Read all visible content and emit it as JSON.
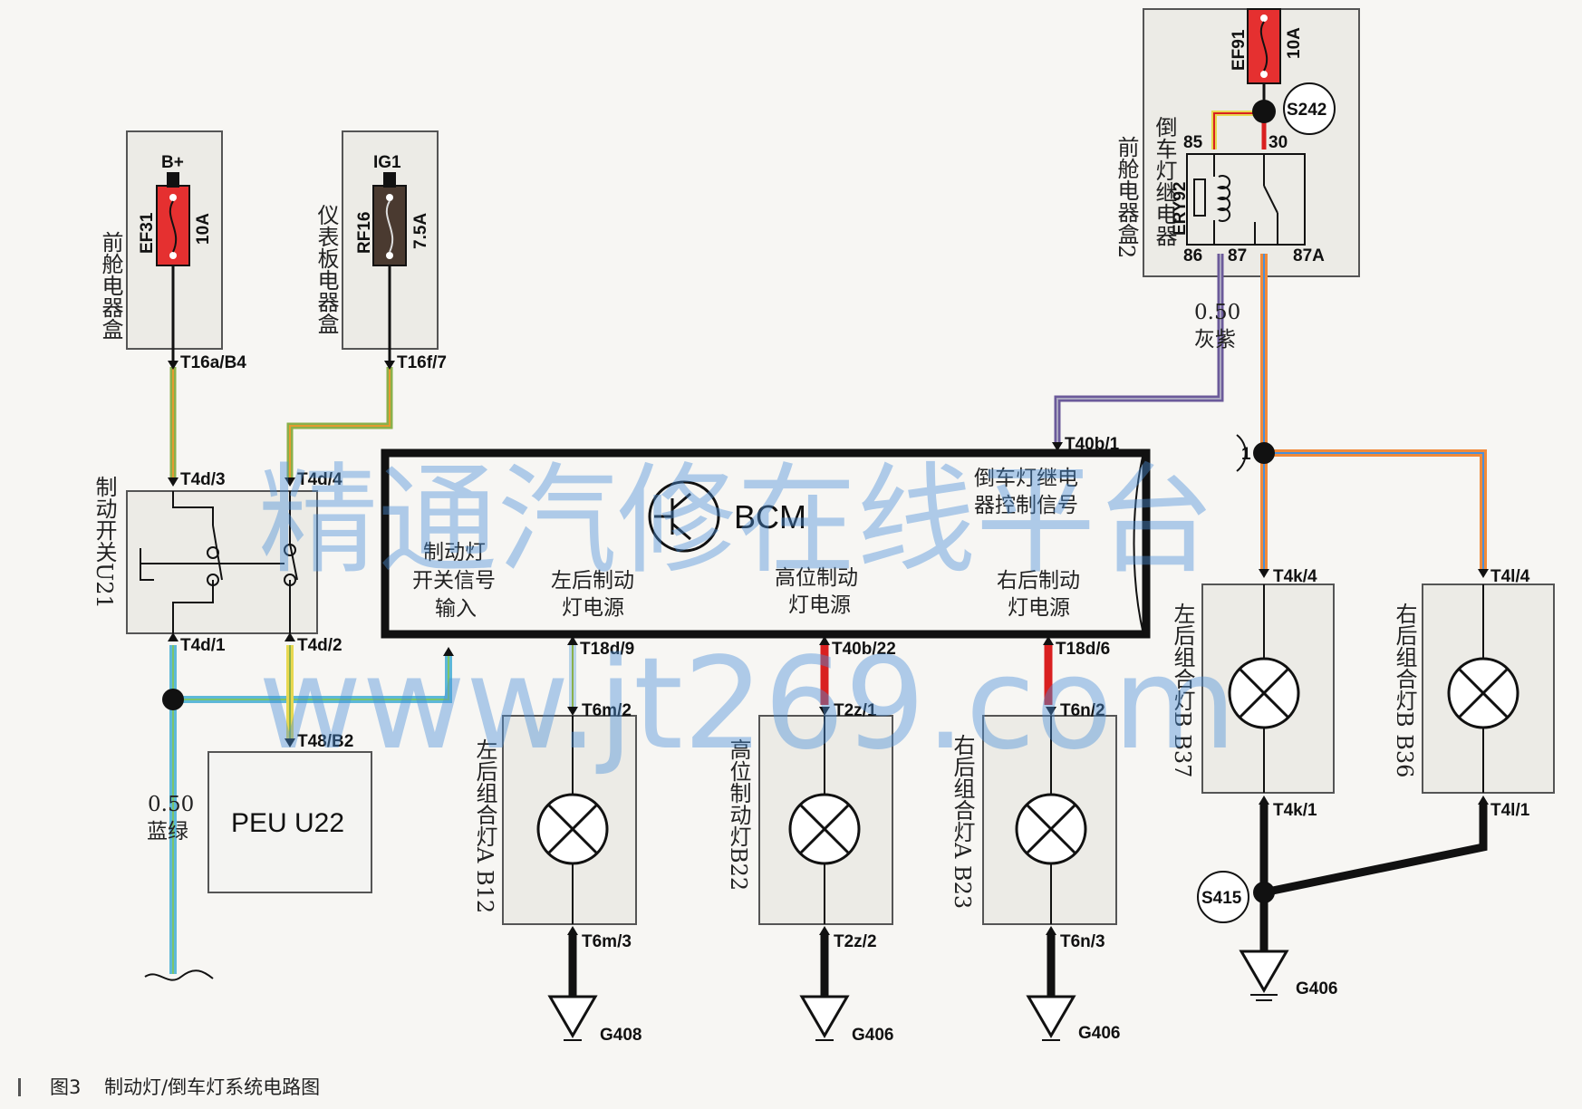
{
  "caption": {
    "number": "图3",
    "title": "制动灯/倒车灯系统电路图"
  },
  "watermark": {
    "line1": "精通汽修在线平台",
    "line2": "www.jt269.com"
  },
  "fuses": {
    "ef31": {
      "name": "EF31",
      "rating": "10A",
      "supply": "B+",
      "color": "#e53030"
    },
    "rf16": {
      "name": "RF16",
      "rating": "7.5A",
      "supply": "IG1",
      "color": "#4a3a30"
    },
    "ef91": {
      "name": "EF91",
      "rating": "10A",
      "color": "#e53030"
    }
  },
  "boxes": {
    "front_box": "前舱电器盒",
    "dash_box": "仪表板电器盒",
    "front_box2": "前舱电器盒2",
    "brake_switch": "制动开关U21",
    "peu": "PEU U22",
    "bcm": "BCM",
    "reverse_relay": "倒车灯继电器",
    "relay_id": "ERY92"
  },
  "relay_pins": {
    "p85": "85",
    "p30": "30",
    "p86": "86",
    "p87": "87",
    "p87a": "87A"
  },
  "splices": {
    "s242": "S242",
    "s415": "S415",
    "j1": "1"
  },
  "connectors": {
    "t16a": "T16a/B4",
    "t16f": "T16f/7",
    "t4d3": "T4d/3",
    "t4d4": "T4d/4",
    "t4d1": "T4d/1",
    "t4d2": "T4d/2",
    "t48": "T48/B2",
    "t40b1": "T40b/1",
    "t18d9": "T18d/9",
    "t40b22": "T40b/22",
    "t18d6": "T18d/6",
    "t6m2": "T6m/2",
    "t6m3": "T6m/3",
    "t2z1": "T2z/1",
    "t2z2": "T2z/2",
    "t6n2": "T6n/2",
    "t6n3": "T6n/3",
    "t4k4": "T4k/4",
    "t4k1": "T4k/1",
    "t4l4": "T4l/4",
    "t4l1": "T4l/1"
  },
  "bcm_labels": {
    "brake_input_1": "制动灯",
    "brake_input_2": "开关信号",
    "brake_input_3": "输入",
    "left_rear_1": "左后制动",
    "left_rear_2": "灯电源",
    "high_1": "高位制动",
    "high_2": "灯电源",
    "right_rear_1": "右后制动",
    "right_rear_2": "灯电源",
    "relay_ctrl_1": "倒车灯继电",
    "relay_ctrl_2": "器控制信号"
  },
  "lamps": {
    "b12": "左后组合灯A B12",
    "b22": "高位制动灯B22",
    "b23": "右后组合灯A B23",
    "b37": "左后组合灯B B37",
    "b36": "右后组合灯B B36"
  },
  "wires": {
    "blue_green": {
      "size": "0.50",
      "color": "蓝绿"
    },
    "gray_purple": {
      "size": "0.50",
      "color": "灰紫"
    }
  },
  "grounds": {
    "g408": "G408",
    "g406a": "G406",
    "g406b": "G406",
    "g406c": "G406"
  },
  "colors": {
    "wire_blue_green": "#5db8d8",
    "wire_green_orange": "#8ab04a",
    "wire_gray_purple": "#6b5a9a",
    "wire_orange_blue": "#f08a3a",
    "wire_red": "#d92020",
    "ground": "#111111",
    "box_fill": "#ecebe6"
  }
}
